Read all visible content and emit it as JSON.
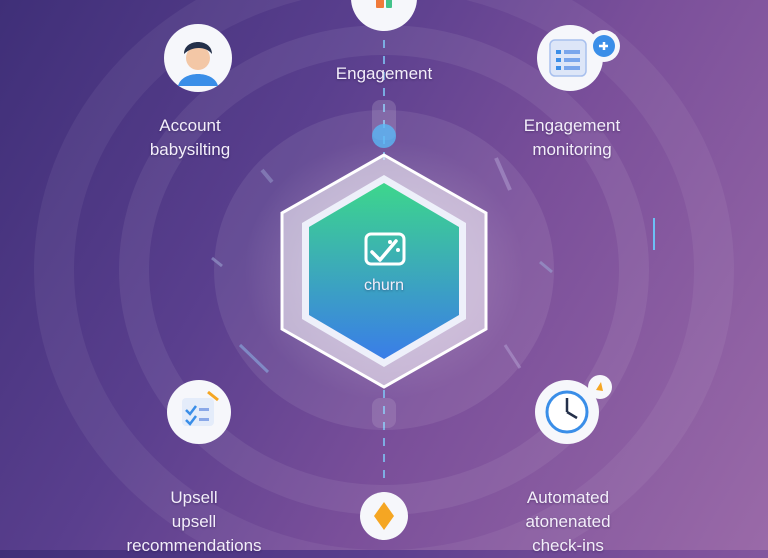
{
  "hub": {
    "label": "churn"
  },
  "nodes": {
    "top": {
      "label": "Engagement"
    },
    "top_left": {
      "line1": "Account",
      "line2": "babysilting"
    },
    "top_right": {
      "line1": "Engagement",
      "line2": "monitoring"
    },
    "bottom_left": {
      "line1": "Upsell",
      "line2": "upsell",
      "line3": "recommendations"
    },
    "bottom_right": {
      "line1": "Automated",
      "line2": "atonenated",
      "line3": "check-ins"
    }
  },
  "colors": {
    "background_start": "#3f2f78",
    "background_end": "#9a6aa8",
    "hub_gradient_top": "#3dd68c",
    "hub_gradient_bottom": "#3a7de8",
    "accent_blue": "#4aa8f0",
    "accent_orange": "#f5a623"
  },
  "icons": {
    "top": "chart-icon",
    "top_left": "person-avatar-icon",
    "top_right": "list-document-icon",
    "bottom_left": "checklist-icon",
    "bottom_right": "clock-icon",
    "bottom": "diamond-icon",
    "hub": "chart-check-icon"
  }
}
